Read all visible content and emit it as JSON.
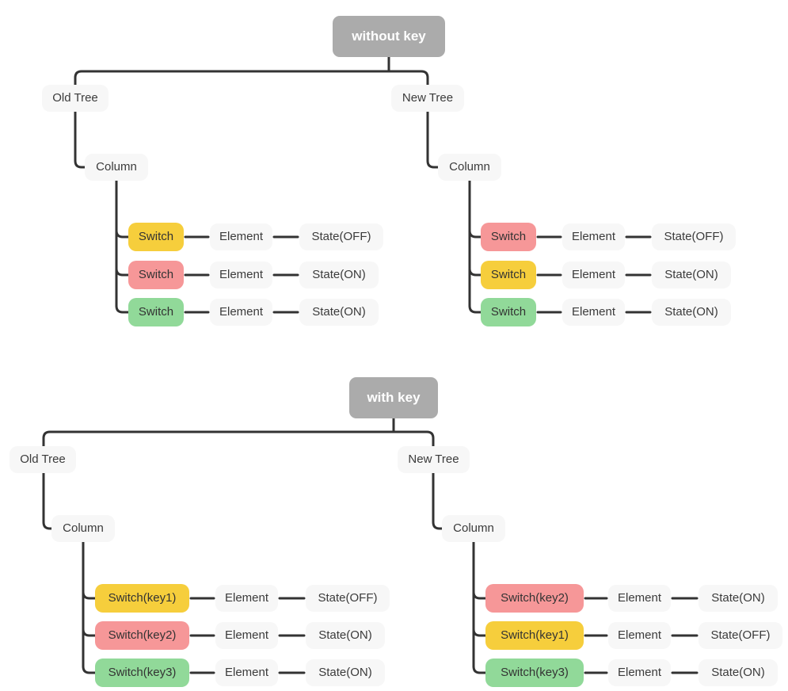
{
  "palette": {
    "line": "#333333",
    "header_bg": "#ababab",
    "header_text": "#ffffff",
    "node_bg": "#f7f7f7",
    "node_text": "#3b3b3b",
    "yellow": "#f6ce3c",
    "red": "#f69798",
    "green": "#91d999"
  },
  "diagrams": [
    {
      "title": "without key",
      "trees": [
        {
          "root": "Old Tree",
          "container": "Column",
          "rows": [
            {
              "switch": "Switch",
              "color": "yellow",
              "element": "Element",
              "state": "State(OFF)"
            },
            {
              "switch": "Switch",
              "color": "red",
              "element": "Element",
              "state": "State(ON)"
            },
            {
              "switch": "Switch",
              "color": "green",
              "element": "Element",
              "state": "State(ON)"
            }
          ]
        },
        {
          "root": "New Tree",
          "container": "Column",
          "rows": [
            {
              "switch": "Switch",
              "color": "red",
              "element": "Element",
              "state": "State(OFF)"
            },
            {
              "switch": "Switch",
              "color": "yellow",
              "element": "Element",
              "state": "State(ON)"
            },
            {
              "switch": "Switch",
              "color": "green",
              "element": "Element",
              "state": "State(ON)"
            }
          ]
        }
      ]
    },
    {
      "title": "with key",
      "trees": [
        {
          "root": "Old Tree",
          "container": "Column",
          "rows": [
            {
              "switch": "Switch(key1)",
              "color": "yellow",
              "element": "Element",
              "state": "State(OFF)"
            },
            {
              "switch": "Switch(key2)",
              "color": "red",
              "element": "Element",
              "state": "State(ON)"
            },
            {
              "switch": "Switch(key3)",
              "color": "green",
              "element": "Element",
              "state": "State(ON)"
            }
          ]
        },
        {
          "root": "New Tree",
          "container": "Column",
          "rows": [
            {
              "switch": "Switch(key2)",
              "color": "red",
              "element": "Element",
              "state": "State(ON)"
            },
            {
              "switch": "Switch(key1)",
              "color": "yellow",
              "element": "Element",
              "state": "State(OFF)"
            },
            {
              "switch": "Switch(key3)",
              "color": "green",
              "element": "Element",
              "state": "State(ON)"
            }
          ]
        }
      ]
    }
  ]
}
